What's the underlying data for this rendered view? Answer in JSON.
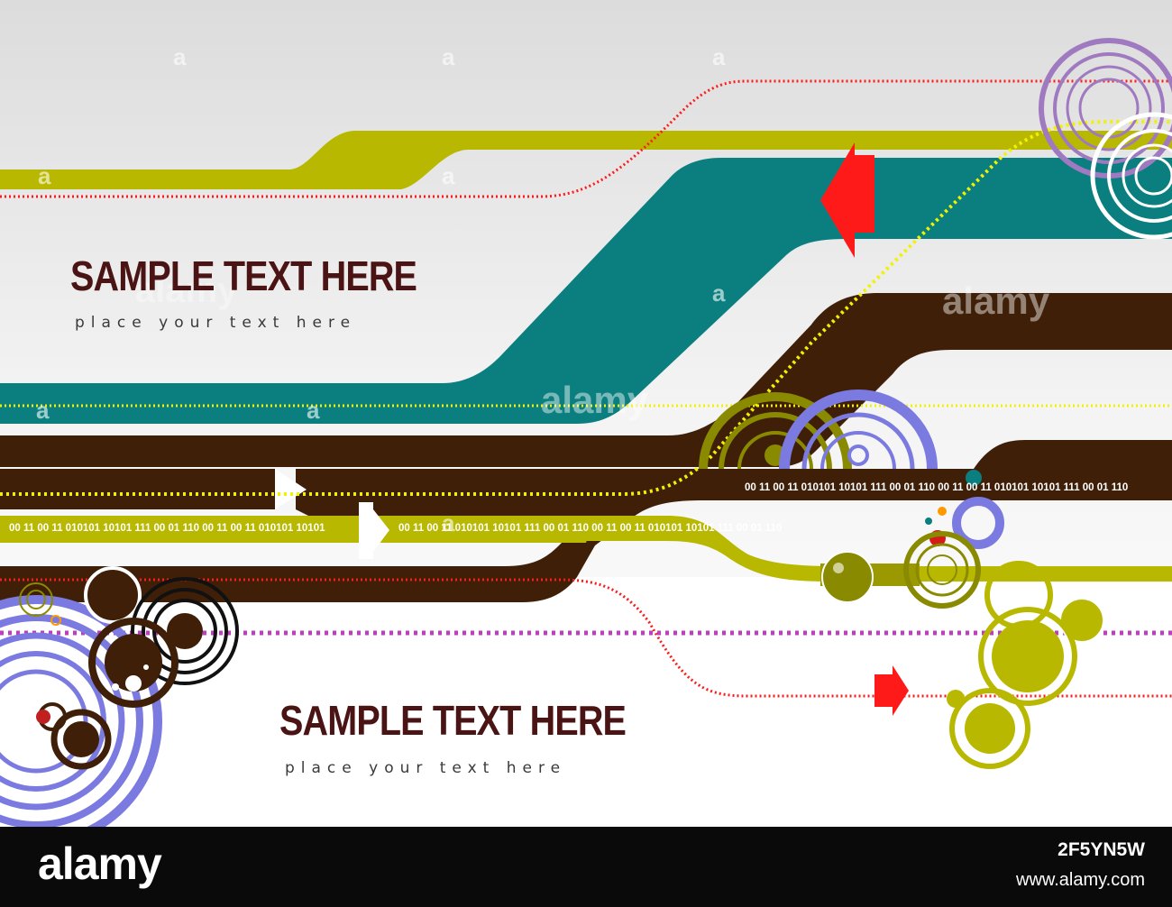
{
  "headlines": {
    "top_title": "SAMPLE TEXT HERE",
    "top_subtitle": "place your text here",
    "bottom_title": "SAMPLE TEXT HERE",
    "bottom_subtitle": "place your text here"
  },
  "binary_strips": {
    "left_olive": "00 11 00 11 010101 10101 111 00 01 110  00 11 00 11 010101 10101",
    "middle_olive": "00 11 00 11 010101 10101 111 00 01 110  00 11 00 11 010101 10101 111 00 01 110",
    "right_brown": "00 11 00 11 010101 10101 111 00 01 110  00 11 00 11 010101 10101 111 00 01 110"
  },
  "watermark": {
    "mark": "alamy",
    "letter": "a"
  },
  "footer": {
    "logo": "alamy",
    "image_code": "2F5YN5W",
    "url": "www.alamy.com"
  },
  "colors": {
    "olive": "#b8b800",
    "teal": "#0b7f7f",
    "brown": "#3f1f07",
    "red": "#ff1a1a",
    "yellow": "#f2f200",
    "magenta": "#c03cc0",
    "periwinkle": "#7a7ae0",
    "lavender": "#a07ac0",
    "headline": "#4a1414"
  }
}
